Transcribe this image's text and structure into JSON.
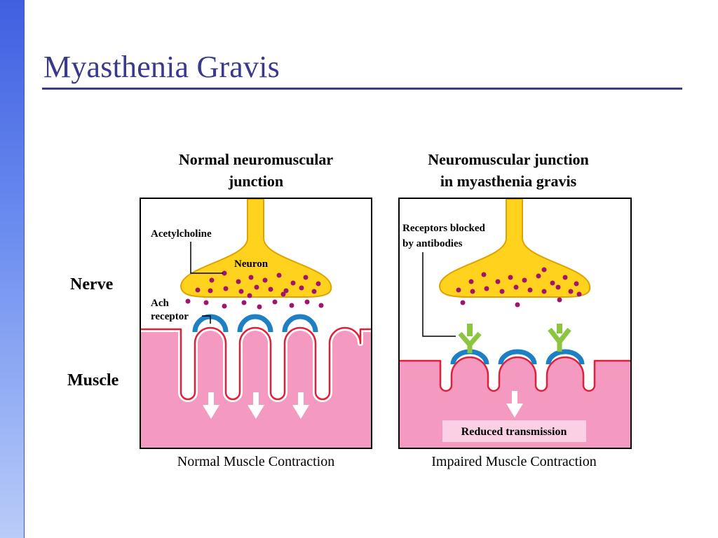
{
  "slide": {
    "title": "Myasthenia Gravis"
  },
  "labels": {
    "nerve": "Nerve",
    "muscle": "Muscle"
  },
  "panels": [
    {
      "heading": [
        "Normal neuromuscular",
        "junction"
      ],
      "acetylcholine": "Acetylcholine",
      "neuron": "Neuron",
      "ach_receptor": [
        "Ach",
        "receptor"
      ],
      "caption": "Normal Muscle Contraction"
    },
    {
      "heading": [
        "Neuromuscular junction",
        "in myasthenia gravis"
      ],
      "blocked": [
        "Receptors blocked",
        "by antibodies"
      ],
      "badge": "Reduced transmission",
      "caption": "Impaired Muscle Contraction"
    }
  ],
  "colors": {
    "neuron_fill": "#ffd21e",
    "neuron_stroke": "#e0a200",
    "acetylcholine": "#a0146e",
    "muscle_fill": "#f49ac0",
    "membrane": "#e0203a",
    "receptor": "#1d7fc4",
    "antibody": "#8cc63f",
    "badge_fill": "#fbd0e4"
  }
}
